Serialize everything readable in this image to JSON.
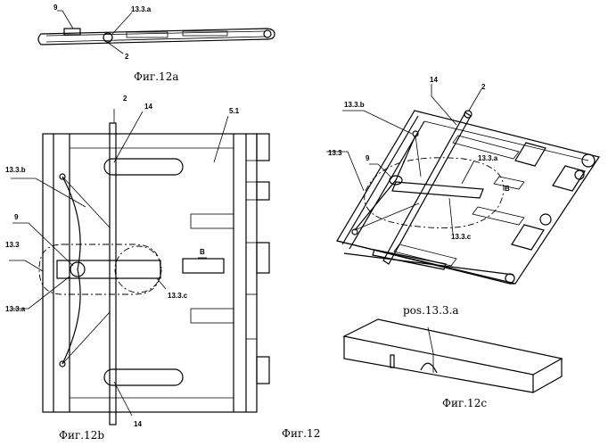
{
  "figure": {
    "fig_a": {
      "caption": "Фиг.12а",
      "labels": {
        "l9": "9",
        "l133a": "13.3.a",
        "l2": "2"
      }
    },
    "fig_b": {
      "caption": "Фиг.12b",
      "labels": {
        "l2": "2",
        "l14_top": "14",
        "l51": "5.1",
        "l133b": "13.3.b",
        "l9": "9",
        "l133": "13.3",
        "l133a": "13.3.a",
        "lB": "B",
        "l133c": "13.3.c",
        "l14_bot": "14"
      }
    },
    "fig_persp": {
      "labels": {
        "l14": "14",
        "l2": "2",
        "l133b": "13.3.b",
        "l9": "9",
        "l133": "13.3",
        "l133a": "13.3.a",
        "lB": "B",
        "l133c": "13.3.c"
      }
    },
    "fig_c": {
      "pos_label": "pos.13.3.a",
      "caption": "Фиг.12с"
    },
    "main_caption": "Фиг.12"
  }
}
